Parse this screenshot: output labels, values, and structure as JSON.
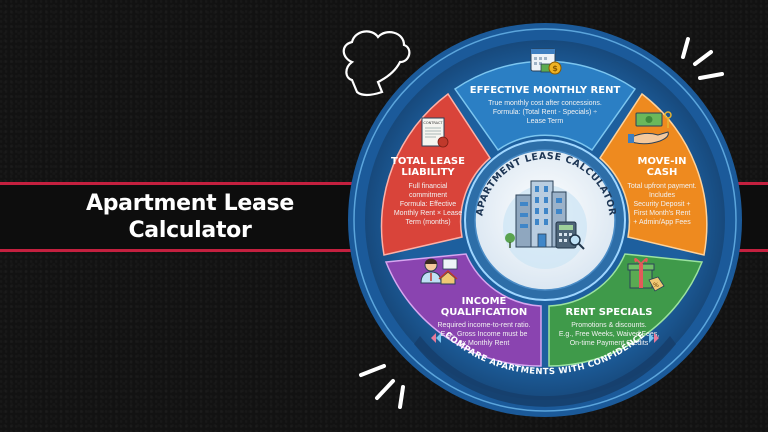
{
  "banner": {
    "title_line1": "Apartment Lease",
    "title_line2": "Calculator",
    "accent_color": "#c4203f"
  },
  "wheel": {
    "center_title": "APARTMENT LEASE CALCULATOR",
    "footer": "COMPARE APARTMENTS WITH CONFIDENCE",
    "segments": [
      {
        "id": "effective-monthly-rent",
        "title": "EFFECTIVE MONTHLY RENT",
        "lines": [
          "True monthly cost after concessions.",
          "Formula: (Total Rent - Specials) ÷",
          "Lease Term"
        ],
        "icon": "calendar-coin-icon",
        "color": "#2b7fc4"
      },
      {
        "id": "move-in-cash",
        "title_lines": [
          "MOVE-IN",
          "CASH"
        ],
        "lines": [
          "Total upfront payment.",
          "Includes",
          "Security Deposit +",
          "First Month's Rent",
          "+ Admin/App Fees"
        ],
        "icon": "cash-hand-key-icon",
        "color": "#ee8a1f"
      },
      {
        "id": "rent-specials",
        "title": "RENT SPECIALS",
        "lines": [
          "Promotions & discounts.",
          "E.g., Free Weeks, Waived Fees,",
          "On-time Payment Credits"
        ],
        "icon": "gift-tag-icon",
        "color": "#3f9a4a"
      },
      {
        "id": "income-qualification",
        "title_lines": [
          "INCOME",
          "QUALIFICATION"
        ],
        "lines": [
          "Required income-to-rent ratio.",
          "E.g., Gross Income must be",
          "3x Monthly Rent"
        ],
        "icon": "person-salary-house-icon",
        "color": "#8a44b0"
      },
      {
        "id": "total-lease-liability",
        "title_lines": [
          "TOTAL LEASE",
          "LIABILITY"
        ],
        "lines": [
          "Full financial",
          "commitment",
          "Formula: Effective",
          "Monthly Rent × Lease",
          "Term (months)"
        ],
        "icon": "contract-icon",
        "color": "#d9443a"
      }
    ]
  }
}
